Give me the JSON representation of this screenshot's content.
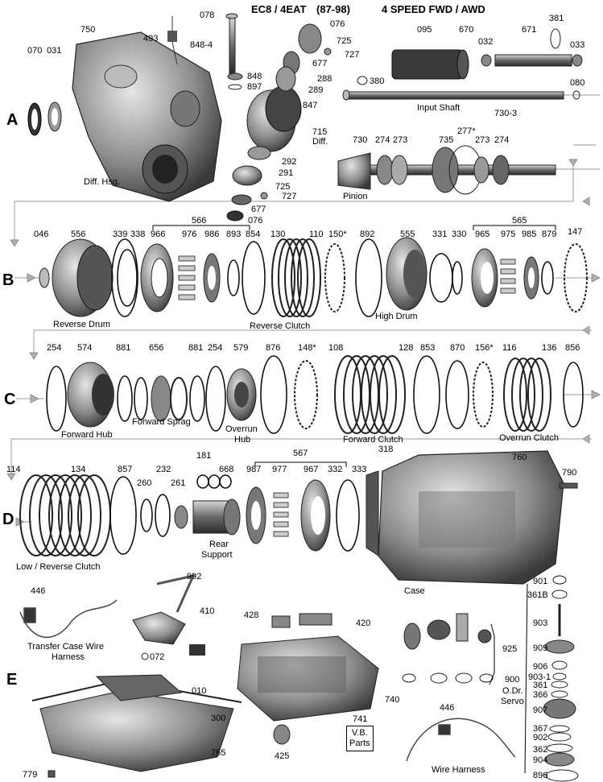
{
  "header": {
    "model": "EC8 / 4EAT",
    "years": "(87-98)",
    "type": "4 SPEED FWD / AWD"
  },
  "sections": [
    "A",
    "B",
    "C",
    "D",
    "E"
  ],
  "row_a": {
    "numbers": [
      "078",
      "076",
      "493",
      "750",
      "848-4",
      "725",
      "727",
      "070",
      "031",
      "677",
      "288",
      "289",
      "848",
      "897",
      "847",
      "715",
      "292",
      "291",
      "725",
      "727",
      "677",
      "076",
      "095",
      "670",
      "032",
      "671",
      "381",
      "033",
      "380",
      "080",
      "730-3",
      "730",
      "274",
      "273",
      "735",
      "277*",
      "273",
      "274"
    ],
    "names": {
      "diff_hsg": "Diff. Hsg.",
      "diff": "Diff.",
      "input_shaft": "Input Shaft",
      "pinion": "Pinion"
    }
  },
  "row_b": {
    "numbers": [
      "046",
      "556",
      "339",
      "338",
      "566",
      "966",
      "976",
      "986",
      "893",
      "854",
      "130",
      "110",
      "150*",
      "892",
      "555",
      "331",
      "330",
      "565",
      "965",
      "975",
      "985",
      "879",
      "147"
    ],
    "names": {
      "reverse_drum": "Reverse Drum",
      "reverse_clutch": "Reverse Clutch",
      "high_drum": "High Drum"
    }
  },
  "row_c": {
    "numbers": [
      "254",
      "574",
      "881",
      "656",
      "881",
      "254",
      "579",
      "876",
      "148*",
      "108",
      "128",
      "853",
      "870",
      "156*",
      "116",
      "136",
      "856"
    ],
    "names": {
      "forward_hub": "Forward Hub",
      "forward_sprag": "Forward Sprag",
      "overrun_hub_1": "Overrun",
      "overrun_hub_2": "Hub",
      "forward_clutch": "Forward Clutch",
      "overrun_clutch": "Overrun Clutch"
    }
  },
  "row_d": {
    "numbers": [
      "114",
      "134",
      "857",
      "260",
      "232",
      "261",
      "181",
      "668",
      "567",
      "987",
      "977",
      "967",
      "332",
      "333",
      "318",
      "760",
      "790"
    ],
    "names": {
      "low_reverse_clutch": "Low / Reverse Clutch",
      "rear_support_1": "Rear",
      "rear_support_2": "Support",
      "case": "Case"
    }
  },
  "row_e": {
    "numbers": [
      "446",
      "992",
      "410",
      "072",
      "428",
      "420",
      "925",
      "900",
      "901",
      "361B",
      "903",
      "909",
      "906",
      "903-1",
      "361",
      "366",
      "907",
      "367",
      "902",
      "362",
      "904",
      "896",
      "010",
      "300",
      "740",
      "765",
      "741",
      "446",
      "425",
      "779"
    ],
    "names": {
      "transfer_case_wire_1": "Transfer Case Wire",
      "transfer_case_wire_2": "Harness",
      "od_servo_1": "O.Dr.",
      "od_servo_2": "Servo",
      "vb_parts_1": "V.B.",
      "vb_parts_2": "Parts",
      "wire_harness": "Wire Harness"
    }
  },
  "colors": {
    "ink": "#000000",
    "part_gray": "#8a8a8a",
    "part_dark": "#2a2a2a",
    "guide": "#9a9a9a"
  }
}
